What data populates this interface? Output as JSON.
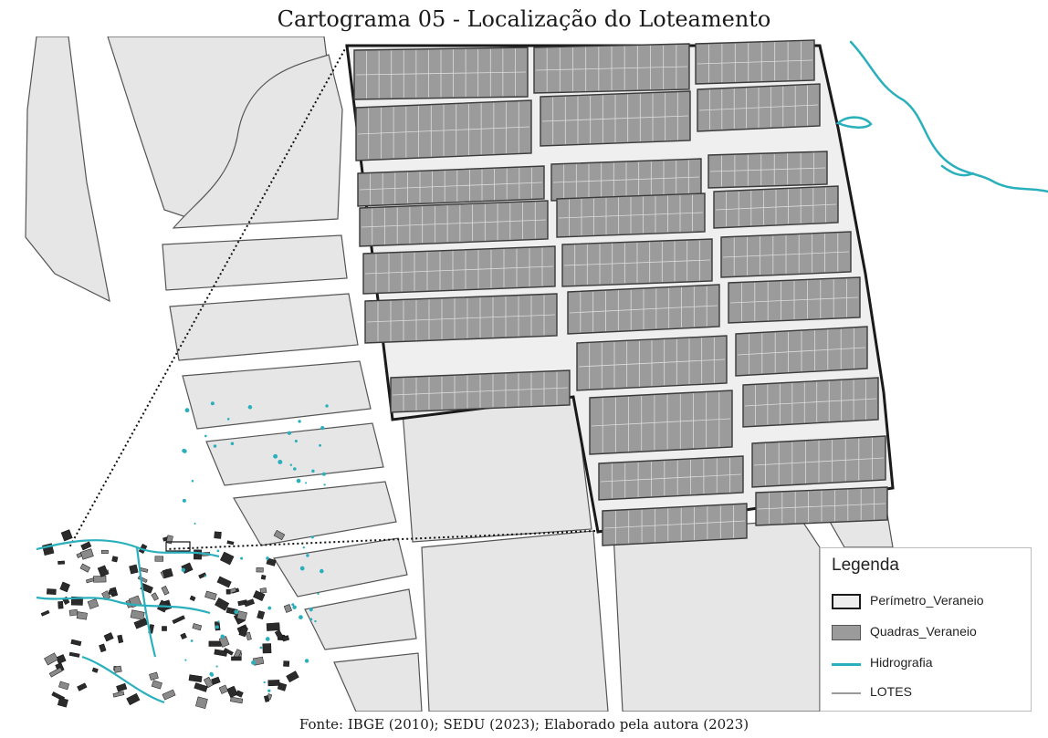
{
  "title": "Cartograma 05 - Localização do Loteamento",
  "source": "Fonte: IBGE (2010); SEDU (2023); Elaborado pela autora (2023)",
  "legend": {
    "title": "Legenda",
    "items": [
      {
        "label": "Perímetro_Veraneio",
        "symbol": "polygon-outline",
        "fill": "#eeeeee",
        "stroke": "#1a1a1a"
      },
      {
        "label": "Quadras_Veraneio",
        "symbol": "polygon-fill",
        "fill": "#9b9b9b",
        "stroke": "#555555"
      },
      {
        "label": "Hidrografia",
        "symbol": "line",
        "stroke": "#2ab0bd"
      },
      {
        "label": "LOTES",
        "symbol": "line",
        "stroke": "#9a9a9a"
      }
    ]
  },
  "colors": {
    "background": "#ffffff",
    "land_parcel": "#e6e6e6",
    "block": "#9b9b9b",
    "perimeter": "#1a1a1a",
    "water": "#2ab0bd",
    "lot_line": "#d9d9d9"
  }
}
